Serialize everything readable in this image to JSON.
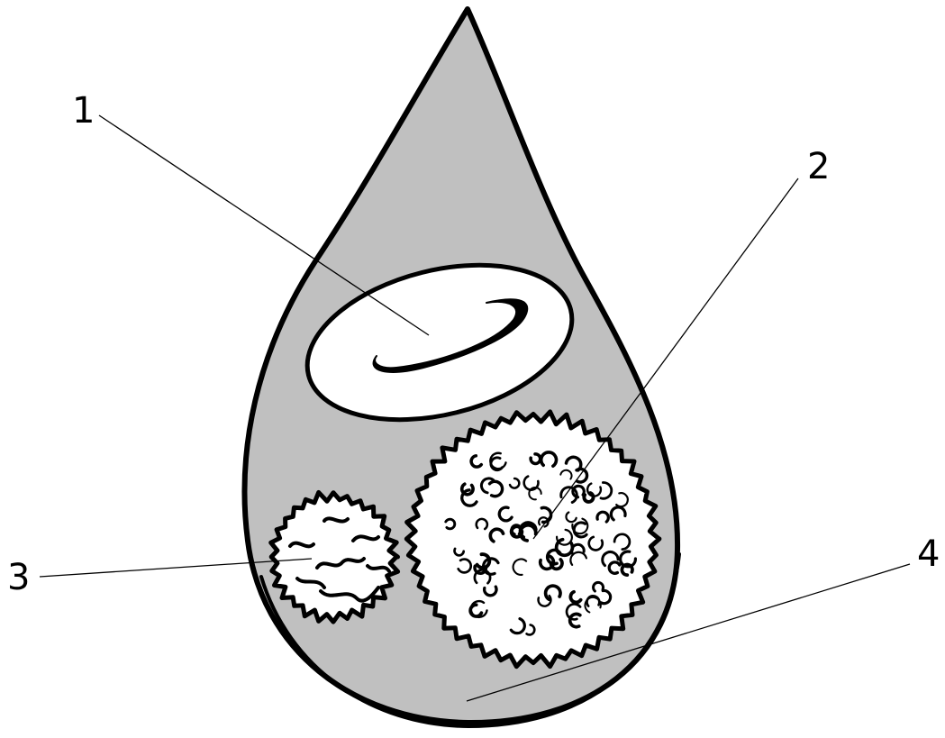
{
  "labels": {
    "one": "1",
    "two": "2",
    "three": "3",
    "four": "4"
  },
  "colors": {
    "drop_fill": "#c0c0c0",
    "cell_fill": "#ffffff",
    "ink": "#000000",
    "background": "#ffffff"
  }
}
